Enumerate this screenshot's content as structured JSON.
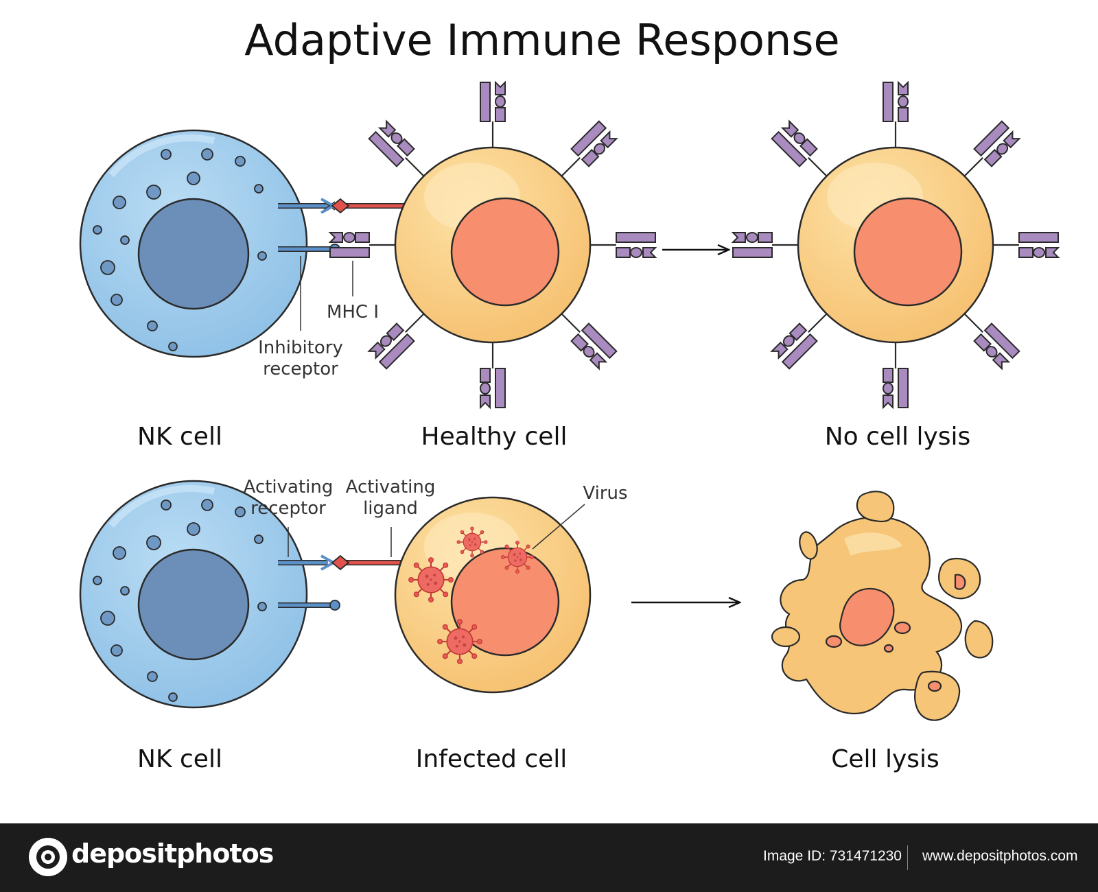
{
  "title": "Adaptive Immune Response",
  "labels": {
    "nk_cell_top": "NK cell",
    "healthy_cell": "Healthy cell",
    "no_cell_lysis": "No cell lysis",
    "nk_cell_bottom": "NK cell",
    "infected_cell": "Infected cell",
    "cell_lysis": "Cell lysis"
  },
  "annotations": {
    "mhc": "MHC I",
    "inhibitory_line1": "Inhibitory",
    "inhibitory_line2": "receptor",
    "act_receptor_line1": "Activating",
    "act_receptor_line2": "receptor",
    "act_ligand_line1": "Activating",
    "act_ligand_line2": "ligand",
    "virus": "Virus"
  },
  "footer": {
    "brand": "depositphotos",
    "image_id": "Image ID: 731471230",
    "site": "www.depositphotos.com"
  },
  "colors": {
    "nk_cytoplasm": "#9fcbec",
    "nk_nucleus": "#6b8fb9",
    "cell_cytoplasm": "#f9c97c",
    "cell_nucleus": "#f78f6f",
    "mhc": "#a98bc0",
    "virus": "#ea5a55",
    "receptor": "#5b90c8",
    "ligand": "#e0524b"
  },
  "icons": [
    "arrow-right-icon",
    "virus-icon",
    "mhc-molecule-icon",
    "camera-logo-icon"
  ]
}
